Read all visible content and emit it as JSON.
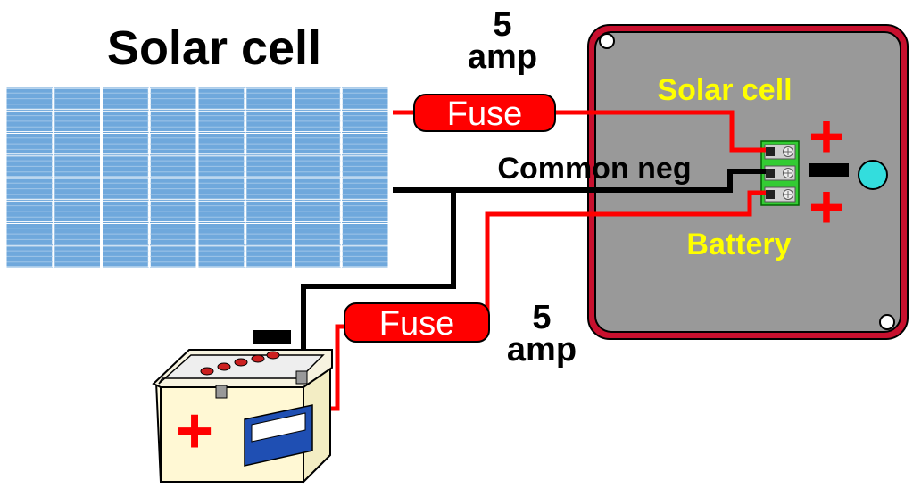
{
  "title": "Solar cell",
  "top_fuse": {
    "amp_number": "5",
    "amp_unit": "amp",
    "label": "Fuse"
  },
  "bottom_fuse": {
    "amp_number": "5",
    "amp_unit": "amp",
    "label": "Fuse"
  },
  "common_neg_label": "Common neg",
  "controller": {
    "solar_label": "Solar cell",
    "battery_label": "Battery",
    "solar_sign": "+",
    "battery_sign": "+"
  },
  "battery": {
    "positive_sign": "+"
  },
  "colors": {
    "positive_wire": "#ff0000",
    "negative_wire": "#000000",
    "fuse_fill": "#ff0000",
    "controller_border": "#c8102e",
    "controller_fill": "#999999",
    "label_yellow": "#ffff00",
    "terminal_green": "#33cc33",
    "indicator_cyan": "#33dddd",
    "panel_blue": "#5b9bd5"
  }
}
